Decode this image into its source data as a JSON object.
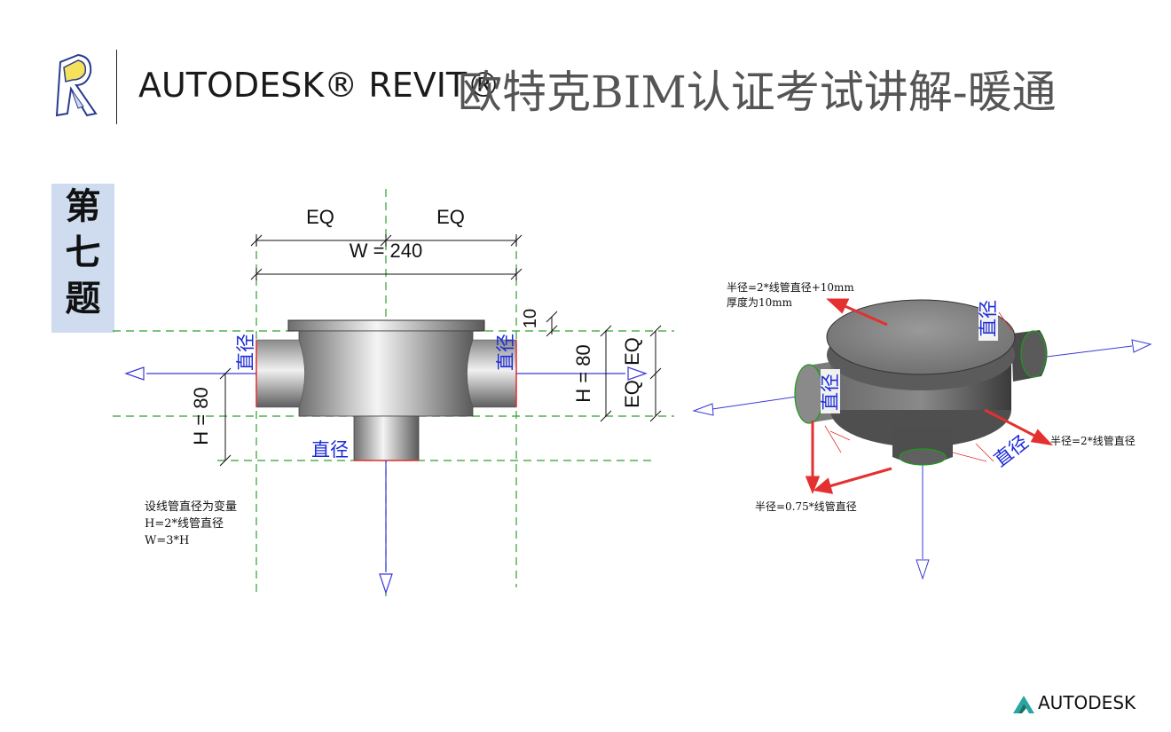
{
  "header": {
    "brand": "AUTODESK® REVIT®",
    "title": "欧特克BIM认证考试讲解-暖通"
  },
  "question_badge": {
    "chars": [
      "第",
      "七",
      "题"
    ]
  },
  "front_view": {
    "eq_left": "EQ",
    "eq_right": "EQ",
    "width_dim": "W = 240",
    "thickness_dim": "10",
    "height_dim_left": "H = 80",
    "height_dim_right": "H = 80",
    "eq_vertical_1": "EQ",
    "eq_vertical_2": "EQ",
    "diameter_left": "直径",
    "diameter_right": "直径",
    "diameter_bottom": "直径",
    "notes": [
      "设线管直径为变量",
      "H=2*线管直径",
      "W=3*H"
    ]
  },
  "iso_view": {
    "note_radius_top": "半径=2*线管直径+10mm",
    "note_thickness": "厚度为10mm",
    "note_radius_side": "半径=2*线管直径",
    "note_radius_bottom": "半径=0.75*线管直径",
    "diameter_top": "直径",
    "diameter_left": "直径",
    "diameter_bottom": "直径"
  },
  "footer": {
    "brand": "AUTODESK"
  },
  "colors": {
    "guide_green": "#2ea02e",
    "label_blue": "#1c2bd6",
    "arrow_red": "#e53030"
  }
}
